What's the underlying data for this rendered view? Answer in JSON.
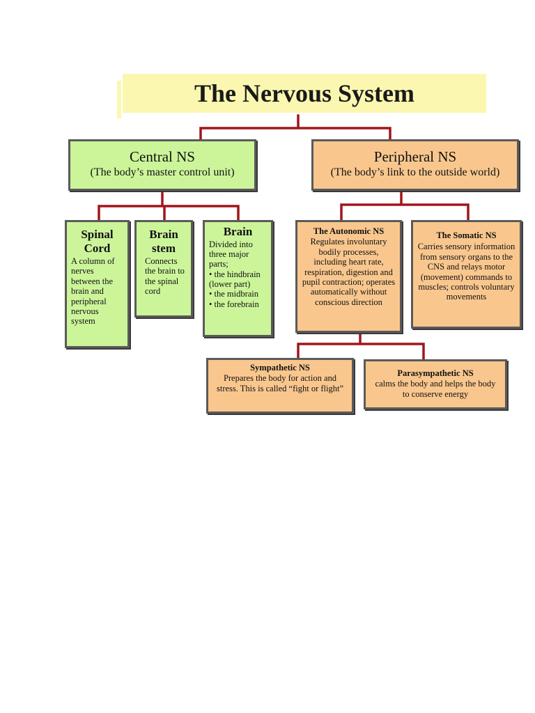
{
  "title": "The Nervous System",
  "central": {
    "title": "Central NS",
    "subtitle": "(The body’s master control unit)"
  },
  "peripheral": {
    "title": "Peripheral NS",
    "subtitle": "(The body’s link to the outside world)"
  },
  "spinal_cord": {
    "title_line1": "Spinal",
    "title_line2": "Cord",
    "description": "A column of nerves between the brain and peripheral nervous system"
  },
  "brain_stem": {
    "title_line1": "Brain",
    "title_line2": "stem",
    "description": "Connects the brain to the spinal cord"
  },
  "brain": {
    "title": "Brain",
    "description": "Divided into three major parts;",
    "parts": [
      "• the hindbrain (lower part)",
      "• the midbrain",
      "• the forebrain"
    ]
  },
  "autonomic": {
    "title": "The Autonomic NS",
    "description": "Regulates involuntary bodily processes, including heart rate, respiration, digestion and pupil contraction; operates automatically without conscious direction"
  },
  "somatic": {
    "title": "The Somatic NS",
    "description": "Carries sensory information from sensory organs to the CNS and relays motor (movement) commands to muscles; controls voluntary movements"
  },
  "sympathetic": {
    "title": "Sympathetic NS",
    "description": "Prepares the body for action and stress. This is called “fight or flight”"
  },
  "parasympathetic": {
    "title": "Parasympathetic NS",
    "description": "calms the body and helps the body to conserve energy"
  },
  "colors": {
    "connector": "#a0161c",
    "central_fill": "#ccf59a",
    "peripheral_fill": "#f9c78e",
    "title_fill": "#fbf7b0"
  }
}
